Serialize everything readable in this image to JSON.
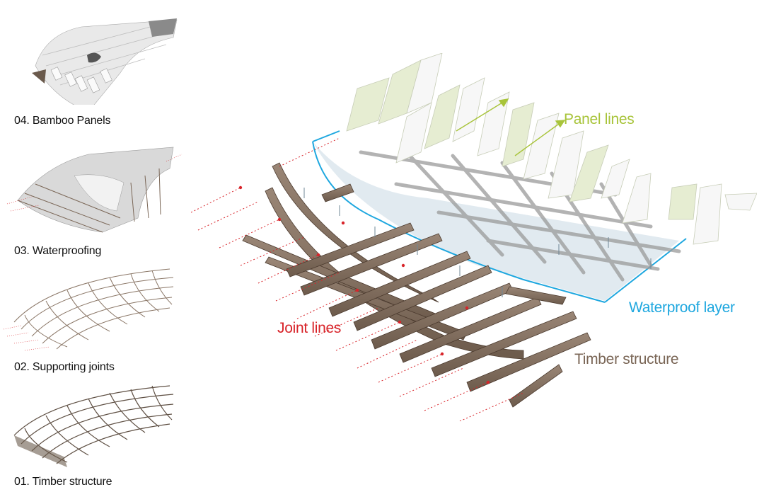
{
  "steps": [
    {
      "label": "04. Bamboo Panels",
      "kind": "panels"
    },
    {
      "label": "03. Waterproofing",
      "kind": "waterproofing"
    },
    {
      "label": "02. Supporting joints",
      "kind": "joints"
    },
    {
      "label": "01. Timber structure",
      "kind": "timber"
    }
  ],
  "callouts": {
    "panel_lines": "Panel lines",
    "waterproof_layer": "Waterproof layer",
    "joint_lines": "Joint lines",
    "timber_structure": "Timber structure"
  },
  "colors": {
    "panel": "#a8c43a",
    "water": "#1ea7df",
    "joint": "#d8242a",
    "timber": "#7a6656",
    "timber_dark": "#4b3a2e",
    "panel_fill": "#e6edd2"
  }
}
